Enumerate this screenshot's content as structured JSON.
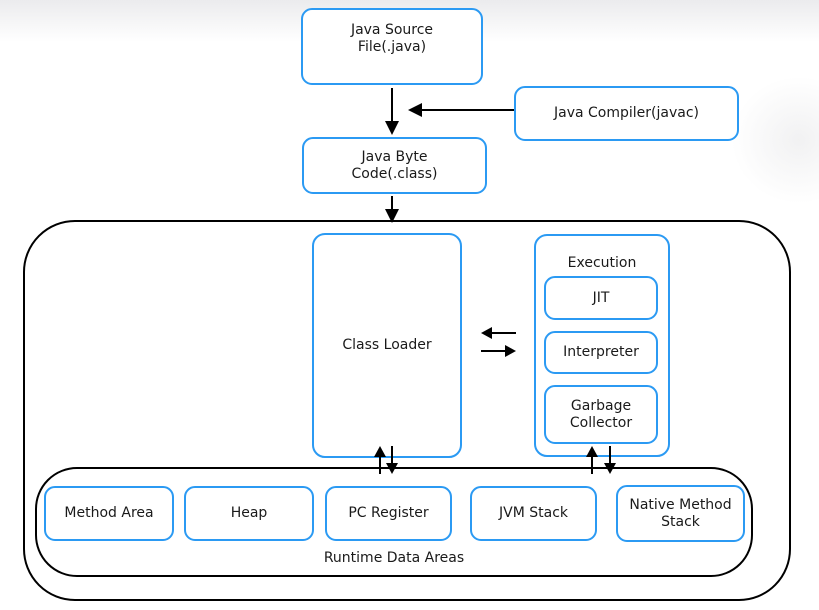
{
  "colors": {
    "node_border": "#2B9AF3",
    "container_border": "#000000",
    "arrow": "#000000",
    "text": "#1a1a1a",
    "background": "#ffffff"
  },
  "flow": {
    "java_source_file": {
      "label": "Java Source\nFile(.java)"
    },
    "java_compiler": {
      "label": "Java Compiler(javac)"
    },
    "java_byte_code": {
      "label": "Java Byte\nCode(.class)"
    }
  },
  "jvm": {
    "class_loader": {
      "label": "Class Loader"
    },
    "execution_engine": {
      "label": "Execution",
      "jit": {
        "label": "JIT"
      },
      "interpreter": {
        "label": "Interpreter"
      },
      "garbage_collector": {
        "label": "Garbage\nCollector"
      }
    },
    "runtime_data_areas": {
      "label": "Runtime Data Areas",
      "areas": [
        {
          "label": "Method Area"
        },
        {
          "label": "Heap"
        },
        {
          "label": "PC Register"
        },
        {
          "label": "JVM Stack"
        },
        {
          "label": "Native Method\nStack"
        }
      ]
    }
  },
  "arrows": [
    {
      "from": "java_source_file",
      "to": "java_byte_code",
      "direction": "down"
    },
    {
      "from": "java_compiler",
      "to": "source_to_bytecode_flow",
      "direction": "left"
    },
    {
      "from": "java_byte_code",
      "to": "jvm",
      "direction": "down"
    },
    {
      "from": "execution_engine",
      "to": "class_loader",
      "direction": "left"
    },
    {
      "from": "class_loader",
      "to": "execution_engine",
      "direction": "right"
    },
    {
      "from": "runtime_data_areas",
      "to": "class_loader",
      "direction": "up"
    },
    {
      "from": "class_loader",
      "to": "runtime_data_areas",
      "direction": "down"
    },
    {
      "from": "runtime_data_areas",
      "to": "execution_engine",
      "direction": "up"
    },
    {
      "from": "execution_engine",
      "to": "runtime_data_areas",
      "direction": "down"
    }
  ]
}
